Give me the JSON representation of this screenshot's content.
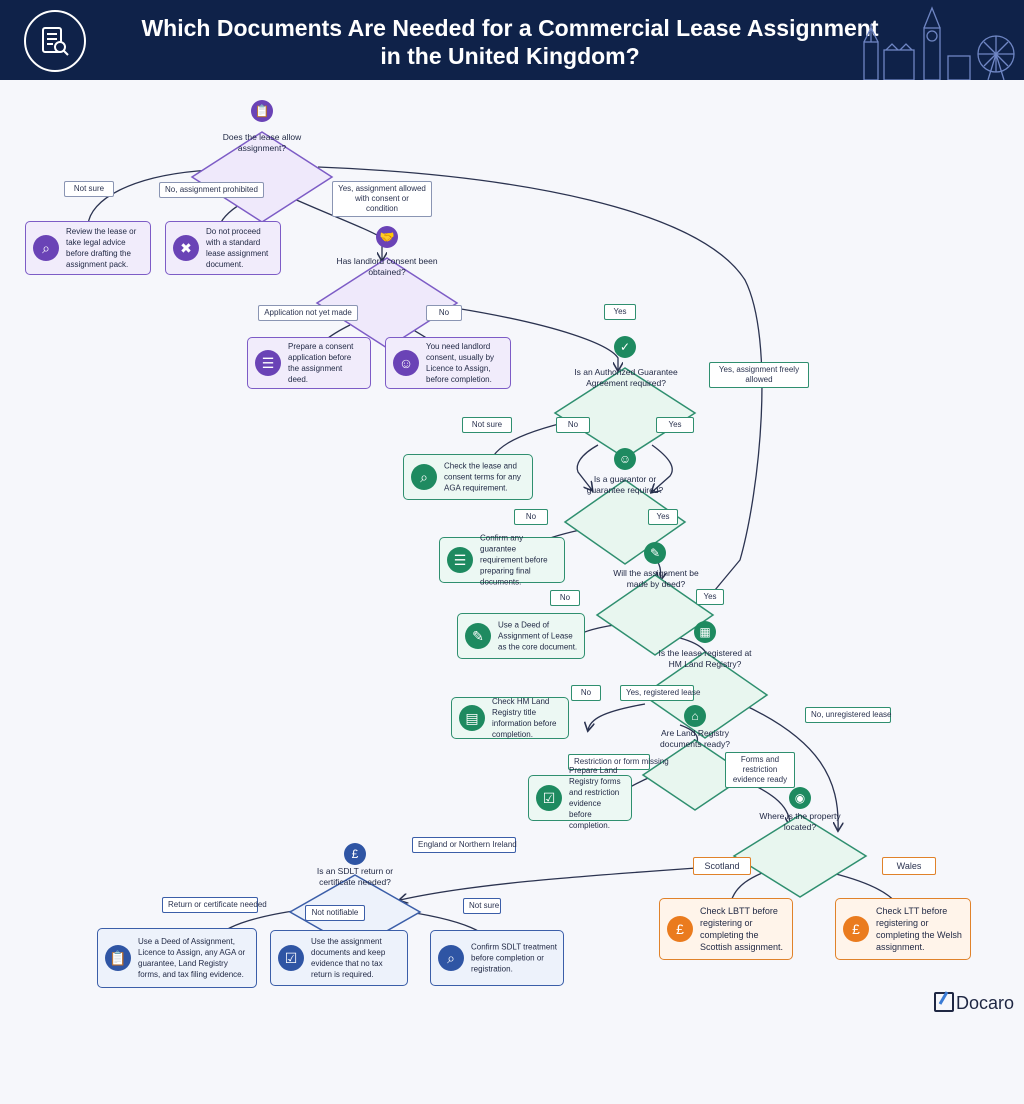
{
  "header": {
    "title_line1": "Which Documents Are Needed for a Commercial Lease Assignment",
    "title_line2": "in the United Kingdom?",
    "icon": "document-search-icon",
    "background": "#0f2249"
  },
  "colors": {
    "purple": "#6a43b6",
    "green": "#1e8a60",
    "blue": "#2f55a4",
    "orange": "#ea7b1e",
    "arrow": "#2b3350"
  },
  "decisions": {
    "d1": "Does the lease allow assignment?",
    "d2": "Has landlord consent been obtained?",
    "d3": "Is an Authorized Guarantee Agreement required?",
    "d4": "Is a guarantor or guarantee required?",
    "d5": "Will the assignment be made by deed?",
    "d6": "Is the lease registered at HM Land Registry?",
    "d7": "Are Land Registry documents ready?",
    "d8": "Where is the property located?",
    "d9": "Is an SDLT return or certificate needed?"
  },
  "labels": {
    "not_sure_1": "Not sure",
    "prohibited": "No, assignment prohibited",
    "allowed_condition": "Yes, assignment allowed with consent or condition",
    "app_not_made": "Application not yet made",
    "no_consent": "No",
    "yes_consent": "Yes",
    "freely_allowed": "Yes, assignment freely allowed",
    "aga_not_sure": "Not sure",
    "aga_no": "No",
    "aga_yes": "Yes",
    "guar_no": "No",
    "guar_yes": "Yes",
    "deed_no": "No",
    "deed_yes": "Yes",
    "reg_no": "No",
    "reg_yes": "Yes, registered lease",
    "unregistered": "No, unregistered lease",
    "restriction_missing": "Restriction or form missing",
    "forms_ready": "Forms and restriction evidence ready",
    "eng_ni": "England or Northern Ireland",
    "scotland": "Scotland",
    "wales": "Wales",
    "cert_needed": "Return or certificate needed",
    "not_notifiable": "Not notifiable",
    "sdlt_not_sure": "Not sure"
  },
  "outcomes": {
    "review": "Review the lease or take legal advice before drafting the assignment pack.",
    "no_proceed": "Do not proceed with a standard lease assignment document.",
    "consent_app": "Prepare a consent application before the assignment deed.",
    "need_consent": "You need landlord consent, usually by Licence to Assign, before completion.",
    "check_aga": "Check the lease and consent terms for any AGA requirement.",
    "confirm_guarantee": "Confirm any guarantee requirement before preparing final documents.",
    "deed_assignment": "Use a Deed of Assignment of Lease as the core document.",
    "check_title": "Check HM Land Registry title information before completion.",
    "prepare_forms": "Prepare Land Registry forms and restriction evidence before completion.",
    "lbtt": "Check LBTT before registering or completing the Scottish assignment.",
    "ltt": "Check LTT before registering or completing the Welsh assignment.",
    "full_pack": "Use a Deed of Assignment, Licence to Assign, any AGA or guarantee, Land Registry forms, and tax filing evidence.",
    "no_tax_return": "Use the assignment documents and keep evidence that no tax return is required.",
    "confirm_sdlt": "Confirm SDLT treatment before completion or registration."
  },
  "icons": {
    "d1": "clipboard-icon",
    "d2": "handshake-icon",
    "d3": "shield-check-icon",
    "d4": "person-icon",
    "d5": "pen-icon",
    "d6": "building-icon",
    "d7": "bank-icon",
    "d8": "location-pin-icon",
    "d9": "pound-icon"
  },
  "brand": {
    "name": "Docaro"
  }
}
